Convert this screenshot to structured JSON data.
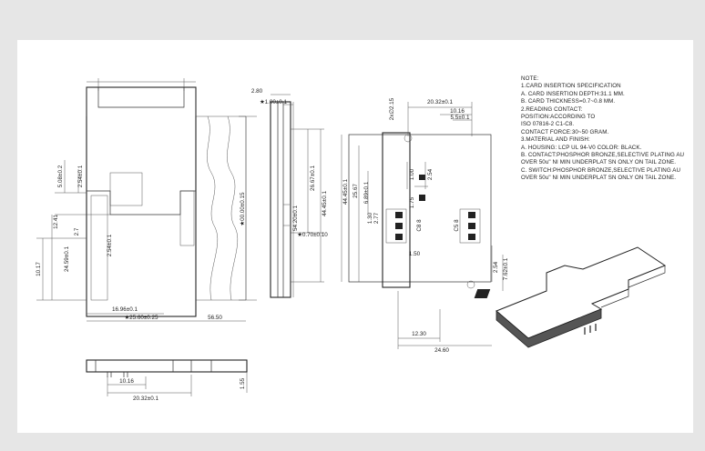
{
  "notes": {
    "heading": "NOTE:",
    "lines": [
      "1.CARD INSERTION SPECIFICATION",
      "A. CARD INSERTION DEPTH:31.1 MM.",
      "B. CARD THICKNESS=0.7~0.8 MM.",
      "2.READING CONTACT:",
      "POSITION:ACCORDING TO",
      "ISO 07816-2 C1-C8.",
      "CONTACT FORCE:30~50 GRAM.",
      "3.MATERIAL AND FINISH:",
      "A. HOUSING: LCP UL 94-V0 COLOR: BLACK.",
      "B. CONTACT:PHOSPHOR BRONZE,SELECTIVE PLATING AU",
      "OVER 50u\" NI MIN UNDERPLAT SN ONLY ON TAIL ZONE.",
      "C. SWITCH:PHOSPHOR BRONZE,SELECTIVE PLATING AU",
      "OVER 50u\" NI MIN UNDERPLAT SN ONLY ON TAIL ZONE."
    ]
  },
  "front_view": {
    "dim_top_height": "5.08±0.2",
    "dim_pitch": "2.54±0.1",
    "dim_left_a": "12.41",
    "dim_left_b": "24.59±0.1",
    "dim_left_c": "10.17",
    "dim_small_a": "2.7",
    "dim_small_b": "2.54±0.1",
    "dim_bottom_a": "16.96±0.1",
    "dim_bottom_b": "★25.60±0.25",
    "dim_bottom_c": "56.50",
    "dim_right_height": "★00.00±0.15"
  },
  "side_view": {
    "dim_top_a": "2.80",
    "dim_top_b": "★1.00±0.1",
    "dim_height_a": "54.20±0.1",
    "dim_height_b": "26.67±0.1",
    "dim_height_c": "44.45±0.1",
    "dim_small": "★0.70±0.10"
  },
  "contact_view": {
    "dim_angle": "2x∅2.15",
    "dim_top_a": "20.32±0.1",
    "dim_top_b": "10.16",
    "dim_top_c": "5.5±0.1",
    "dim_left_a": "44.45±0.1",
    "dim_left_b": "25.67",
    "dim_left_c": "6.89±0.1",
    "dim_mid_a": "1.00",
    "dim_mid_b": "2.54",
    "dim_mid_c": "1.75",
    "dim_c_a": "1.30",
    "dim_c_b": "2.77",
    "dim_pin_label_a": "C8 8",
    "dim_pin_label_b": "C5 8",
    "dim_small": "1.50",
    "dim_right_a": "2.54",
    "dim_right_b": "7.62±0.1",
    "dim_bottom_a": "12.30",
    "dim_bottom_b": "24.60"
  },
  "bottom_view": {
    "dim_a": "10.16",
    "dim_b": "20.32±0.1",
    "dim_c": "1.55"
  }
}
